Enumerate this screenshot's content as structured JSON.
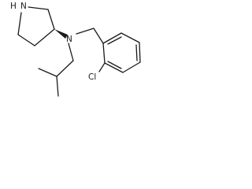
{
  "molecule": {
    "atoms": {
      "n_ring": "H",
      "n_ring_n": "N",
      "n_amine": "N",
      "cl": "Cl"
    }
  }
}
